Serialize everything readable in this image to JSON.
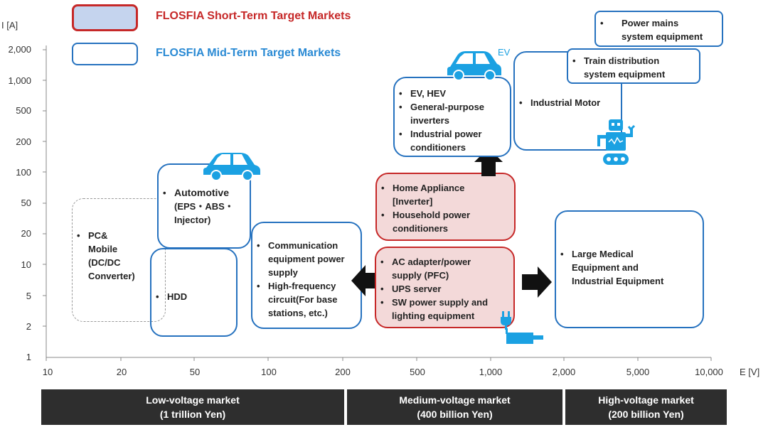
{
  "axes": {
    "y_label": "I [A]",
    "x_label": "E [V]",
    "y_ticks": [
      "2,000",
      "1,000",
      "500",
      "200",
      "100",
      "50",
      "20",
      "10",
      "5",
      "2",
      "1"
    ],
    "x_ticks": [
      "10",
      "20",
      "50",
      "100",
      "200",
      "500",
      "1,000",
      "2,000",
      "5,000",
      "10,000"
    ]
  },
  "legend": {
    "short_term": "FLOSFIA Short-Term Target Markets",
    "mid_term": "FLOSFIA Mid-Term Target Markets",
    "short_color": "#c62828",
    "mid_color": "#2672bf"
  },
  "boxes": {
    "pc_mobile": {
      "l1": "PC&",
      "l2": "Mobile",
      "l3": "(DC/DC",
      "l4": "Converter)"
    },
    "automotive": {
      "title": "Automotive",
      "l2": "(EPS・ABS・",
      "l3": "Injector)"
    },
    "hdd": {
      "label": "HDD"
    },
    "communication": {
      "i1a": "Communication",
      "i1b": "equipment power",
      "i1c": "supply",
      "i2a": "High-frequency",
      "i2b": "circuit(For base",
      "i2c": "stations, etc.)"
    },
    "home_appliance": {
      "i1a": "Home Appliance",
      "i1b": "[Inverter]",
      "i2a": "Household power",
      "i2b": "conditioners"
    },
    "ac_adapter": {
      "i1a": "AC adapter/power",
      "i1b": "supply (PFC)",
      "i2a": "UPS server",
      "i3a": "SW power supply and",
      "i3b": "lighting equipment"
    },
    "ev": {
      "i1": "EV, HEV",
      "i2a": "General-purpose",
      "i2b": "inverters",
      "i3a": "Industrial power",
      "i3b": "conditioners"
    },
    "industrial_motor": {
      "label": "Industrial  Motor"
    },
    "train": {
      "l1": "Train distribution",
      "l2": "system equipment"
    },
    "power_mains": {
      "l1": "Power mains",
      "l2": "system equipment"
    },
    "medical": {
      "l1": "Large Medical",
      "l2": "Equipment and",
      "l3": "Industrial Equipment"
    }
  },
  "ev_tag": "EV",
  "markets": {
    "low": {
      "name": "Low-voltage market",
      "size": "(1 trillion Yen)"
    },
    "medium": {
      "name": "Medium-voltage market",
      "size": "(400 billion Yen)"
    },
    "high": {
      "name": "High-voltage market",
      "size": "(200 billion Yen)"
    }
  },
  "icons": {
    "car": "car-icon",
    "robot": "robot-icon",
    "plug": "plug-icon",
    "arrow": "arrow-icon",
    "icon_color": "#1ba1e2"
  }
}
